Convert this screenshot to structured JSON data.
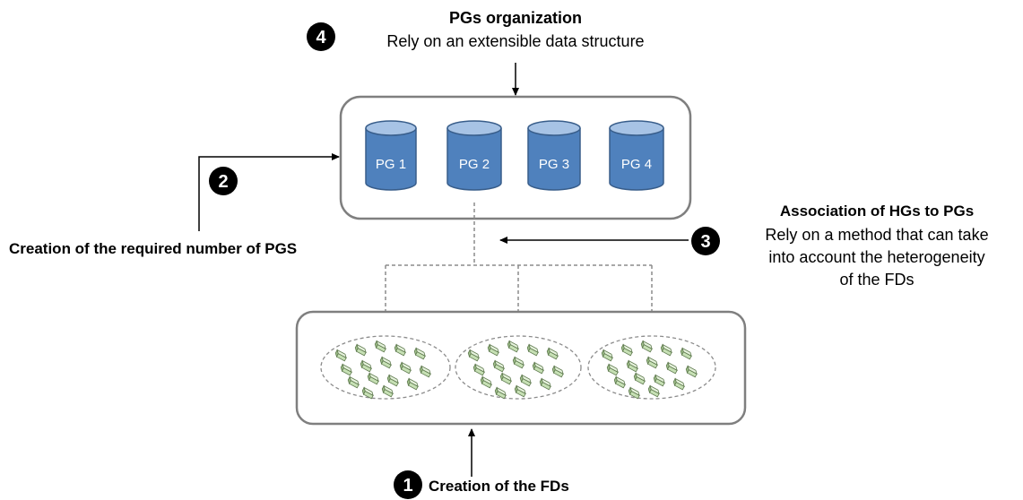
{
  "colors": {
    "pg_fill": "#4f81bd",
    "pg_top": "#a7c3e5",
    "pg_stroke": "#385d8a",
    "box_stroke": "#7f7f7f",
    "badge": "#000000",
    "fd_fill": "#c6e0b4",
    "fd_stroke": "#5f7a4f"
  },
  "pg_box": {
    "cylinders": [
      "PG 1",
      "PG 2",
      "PG 3",
      "PG 4"
    ]
  },
  "steps": {
    "step4": {
      "number": "4",
      "title": "PGs organization",
      "description": "Rely on an extensible data structure"
    },
    "step2": {
      "number": "2",
      "title": "Creation of the required number of PGS"
    },
    "step3": {
      "number": "3",
      "title": "Association of HGs to PGs",
      "line1": "Rely on a method that can take",
      "line2": "into account the heterogeneity",
      "line3": "of the FDs"
    },
    "step1": {
      "number": "1",
      "title": "Creation of the FDs"
    }
  },
  "icons": {
    "fd_device": "fd-device-icon",
    "cylinder": "database-cylinder-icon",
    "badge": "step-number-badge"
  }
}
